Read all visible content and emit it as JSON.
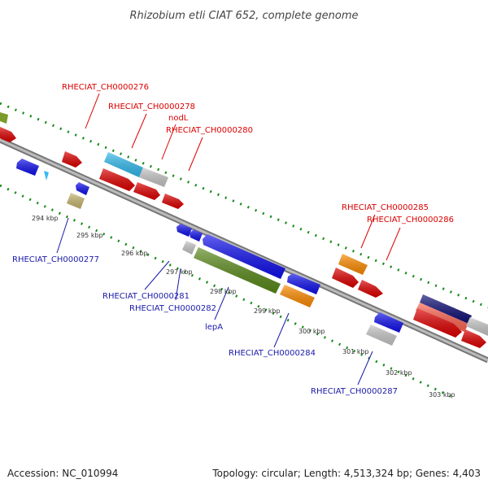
{
  "title": "Rhizobium etli CIAT 652, complete genome",
  "footer": {
    "accession": "Accession: NC_010994",
    "summary": "Topology: circular; Length: 4,513,324 bp; Genes: 4,403"
  },
  "colors": {
    "backbone": "#888888",
    "forward_label": "#dd0000",
    "reverse_label": "#1a1aa8",
    "ticks": "#1a8a1a"
  },
  "ticks": [
    "294 kbp",
    "295 kbp",
    "296 kbp",
    "297 kbp",
    "298 kbp",
    "299 kbp",
    "300 kbp",
    "301 kbp",
    "302 kbp",
    "303 kbp"
  ],
  "forward_labels": [
    "RHECIAT_CH0000276",
    "RHECIAT_CH0000278",
    "nodL",
    "RHECIAT_CH0000280",
    "RHECIAT_CH0000285",
    "RHECIAT_CH0000286"
  ],
  "reverse_labels": [
    "RHECIAT_CH0000277",
    "RHECIAT_CH0000281",
    "RHECIAT_CH0000282",
    "lepA",
    "RHECIAT_CH0000284",
    "RHECIAT_CH0000287"
  ]
}
